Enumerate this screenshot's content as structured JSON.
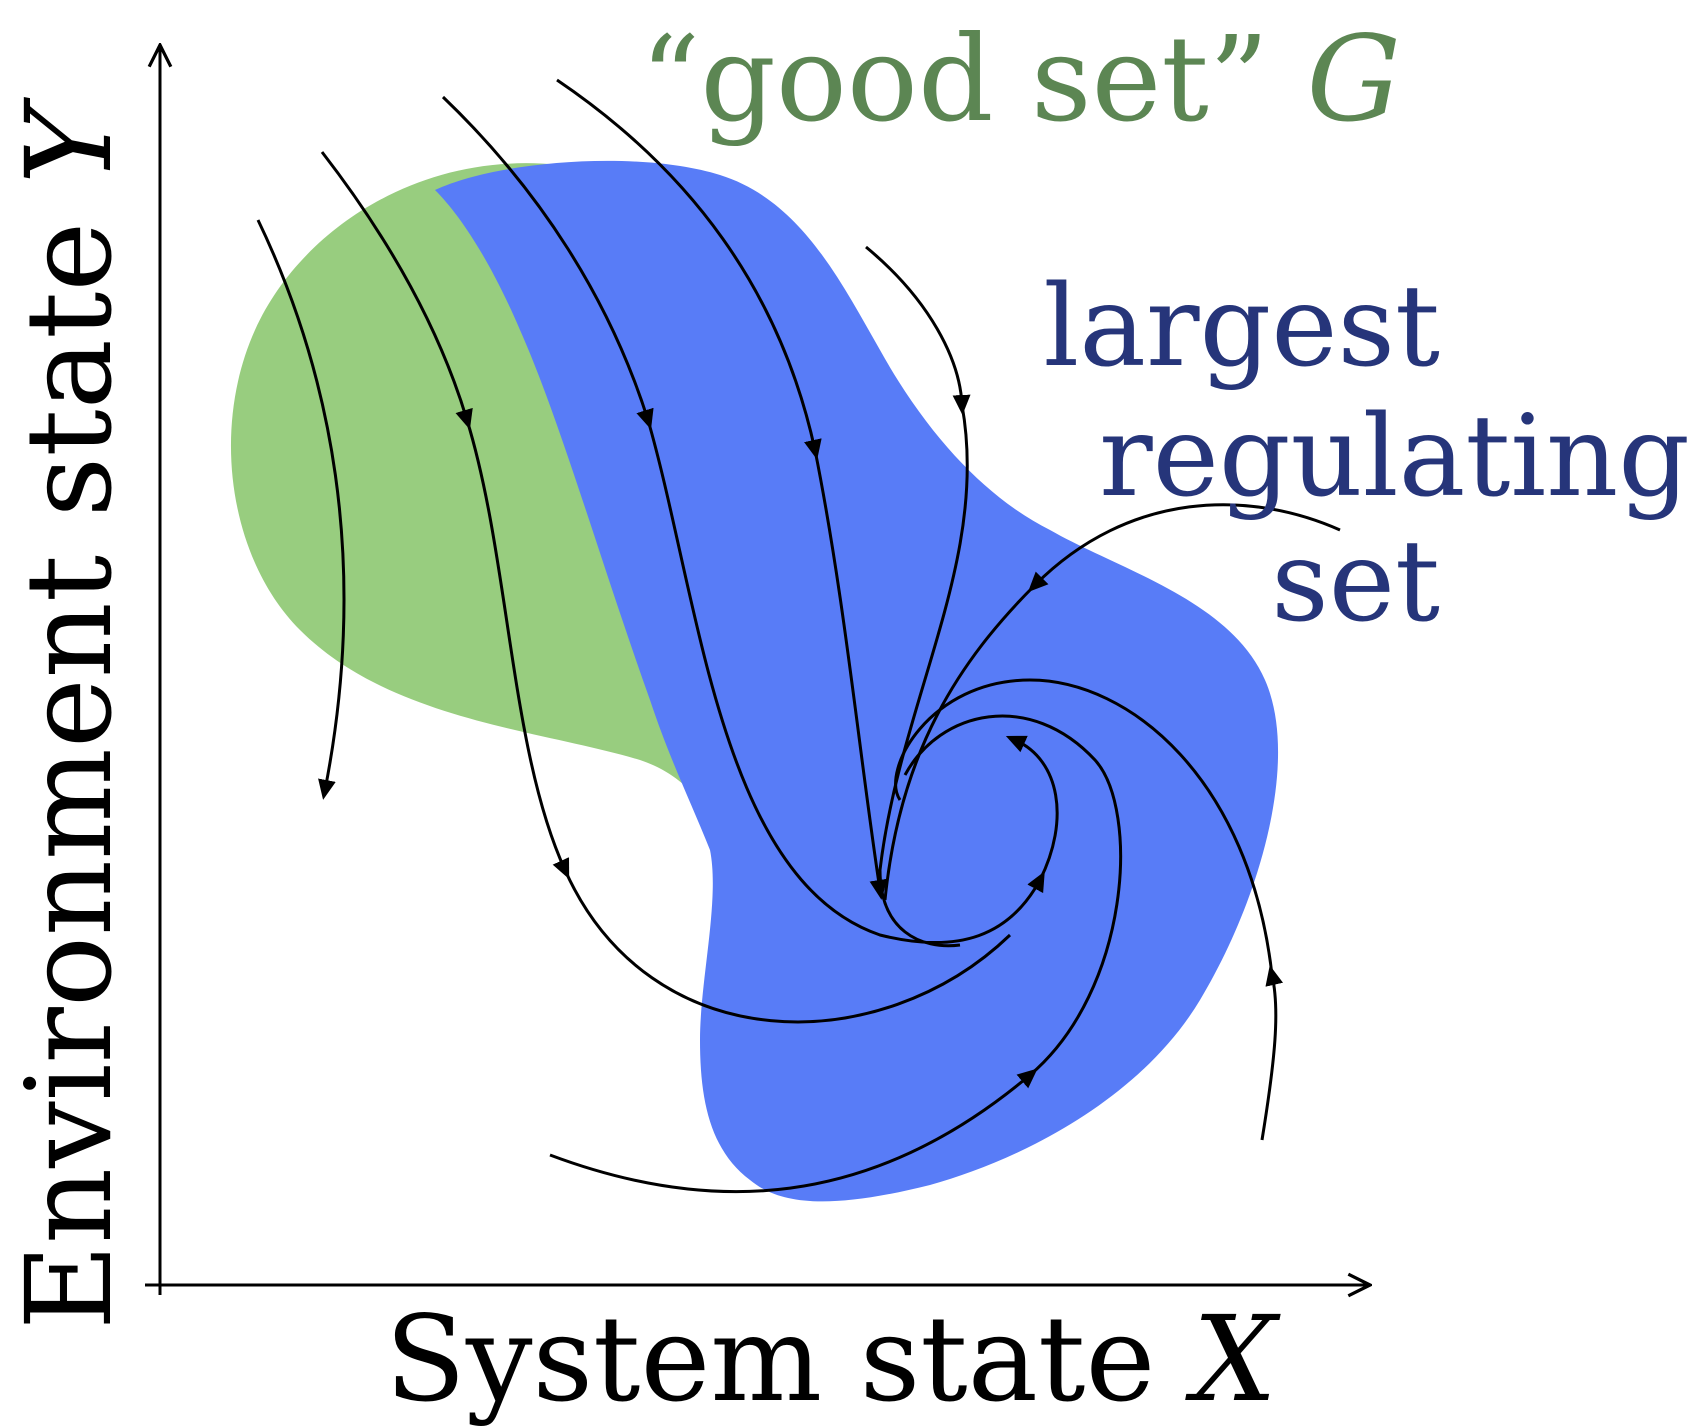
{
  "axes": {
    "x_label_text": "System state ",
    "x_label_var": "X",
    "y_label_text": "Environment state ",
    "y_label_var": "Y"
  },
  "regions": {
    "good_set_text": "“good set” ",
    "good_set_var": "G",
    "good_set_color": "#98cd7f",
    "regulating_set_lines": [
      "largest",
      "regulating",
      "set"
    ],
    "regulating_set_color": "#587cf7",
    "regulating_label_color": "#26357a",
    "good_label_color": "#5c8653"
  },
  "flow_line_color": "#000000"
}
